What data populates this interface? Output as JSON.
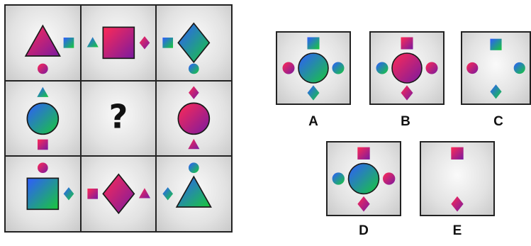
{
  "colors": {
    "red_purple": [
      "#ff2a55",
      "#7a1aa0"
    ],
    "blue_green": [
      "#2f5bff",
      "#19c83a"
    ],
    "background": "#e4e4e4",
    "border": "#222222"
  },
  "puzzle": {
    "question_mark": "?",
    "cells": [
      {
        "center": "triangle",
        "fill": "red_purple",
        "satellites": [
          [
            "right",
            "square",
            "blue_green"
          ],
          [
            "bottom",
            "circle",
            "red_purple"
          ]
        ]
      },
      {
        "center": "square",
        "fill": "red_purple",
        "satellites": [
          [
            "left",
            "triangle",
            "blue_green"
          ],
          [
            "right",
            "diamond",
            "red_purple"
          ]
        ]
      },
      {
        "center": "diamond",
        "fill": "blue_green",
        "satellites": [
          [
            "left",
            "square",
            "blue_green"
          ],
          [
            "bottom",
            "circle",
            "blue_green"
          ]
        ]
      },
      {
        "center": "circle",
        "fill": "blue_green",
        "satellites": [
          [
            "top",
            "triangle",
            "blue_green"
          ],
          [
            "bottom",
            "square",
            "red_purple"
          ]
        ]
      },
      {
        "center": "question",
        "fill": "",
        "satellites": []
      },
      {
        "center": "circle",
        "fill": "red_purple",
        "satellites": [
          [
            "top",
            "diamond",
            "red_purple"
          ],
          [
            "bottom",
            "triangle",
            "red_purple"
          ]
        ]
      },
      {
        "center": "square",
        "fill": "blue_green",
        "satellites": [
          [
            "top",
            "circle",
            "red_purple"
          ],
          [
            "right",
            "diamond",
            "blue_green"
          ]
        ]
      },
      {
        "center": "diamond",
        "fill": "red_purple",
        "satellites": [
          [
            "left",
            "square",
            "red_purple"
          ],
          [
            "right",
            "triangle",
            "red_purple"
          ]
        ]
      },
      {
        "center": "triangle",
        "fill": "blue_green",
        "satellites": [
          [
            "top",
            "circle",
            "blue_green"
          ],
          [
            "left",
            "diamond",
            "blue_green"
          ]
        ]
      }
    ]
  },
  "options": [
    {
      "label": "A",
      "center": "circle",
      "fill": "blue_green",
      "satellites": [
        [
          "top",
          "square",
          "blue_green"
        ],
        [
          "left",
          "circle",
          "red_purple"
        ],
        [
          "right",
          "circle",
          "blue_green"
        ],
        [
          "bottom",
          "diamond",
          "blue_green"
        ]
      ]
    },
    {
      "label": "B",
      "center": "circle",
      "fill": "red_purple",
      "satellites": [
        [
          "top",
          "square",
          "red_purple"
        ],
        [
          "left",
          "circle",
          "blue_green"
        ],
        [
          "right",
          "circle",
          "red_purple"
        ],
        [
          "bottom",
          "diamond",
          "red_purple"
        ]
      ]
    },
    {
      "label": "C",
      "center": "none",
      "fill": "",
      "satellites": [
        [
          "top",
          "square",
          "blue_green"
        ],
        [
          "left",
          "circle",
          "red_purple"
        ],
        [
          "right",
          "circle",
          "blue_green"
        ],
        [
          "bottom",
          "diamond",
          "blue_green"
        ]
      ]
    },
    {
      "label": "D",
      "center": "circle",
      "fill": "blue_green",
      "satellites": [
        [
          "top",
          "square",
          "red_purple"
        ],
        [
          "left",
          "circle",
          "blue_green"
        ],
        [
          "right",
          "circle",
          "red_purple"
        ],
        [
          "bottom",
          "diamond",
          "red_purple"
        ]
      ]
    },
    {
      "label": "E",
      "center": "none",
      "fill": "",
      "satellites": [
        [
          "top",
          "square",
          "red_purple"
        ],
        [
          "bottom",
          "diamond",
          "red_purple"
        ]
      ]
    }
  ]
}
